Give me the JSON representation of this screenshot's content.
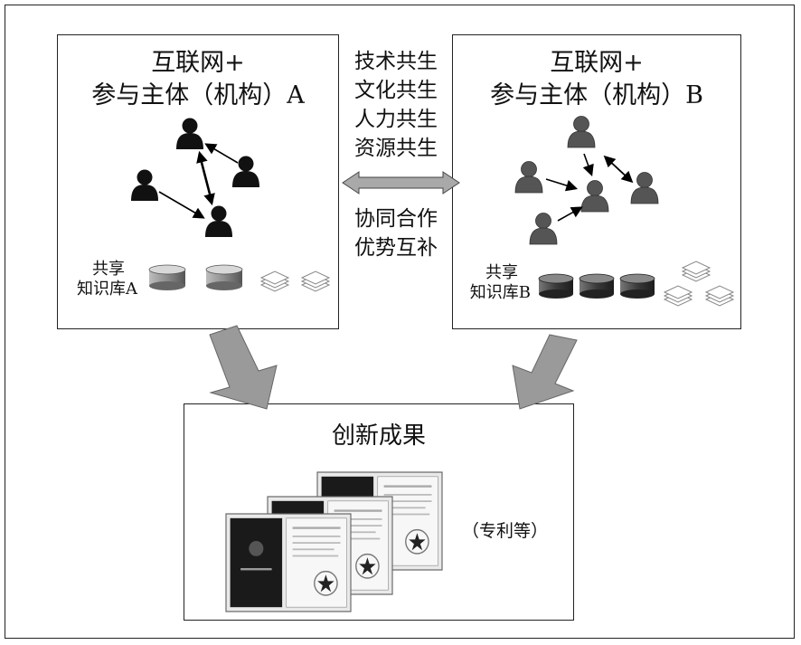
{
  "box_a": {
    "title_line1": "互联网+",
    "title_line2": "参与主体（机构）A",
    "kb_line1": "共享",
    "kb_line2": "知识库A"
  },
  "box_b": {
    "title_line1": "互联网+",
    "title_line2": "参与主体（机构）B",
    "kb_line1": "共享",
    "kb_line2": "知识库B"
  },
  "middle": {
    "top_lines": [
      "技术共生",
      "文化共生",
      "人力共生",
      "资源共生"
    ],
    "bottom_lines": [
      "协同合作",
      "优势互补"
    ]
  },
  "result": {
    "title": "创新成果",
    "note": "（专利等）"
  },
  "colors": {
    "arrow_fill": "#9a9a9a",
    "person_a": "#111111",
    "person_b": "#555555",
    "border": "#222222"
  }
}
